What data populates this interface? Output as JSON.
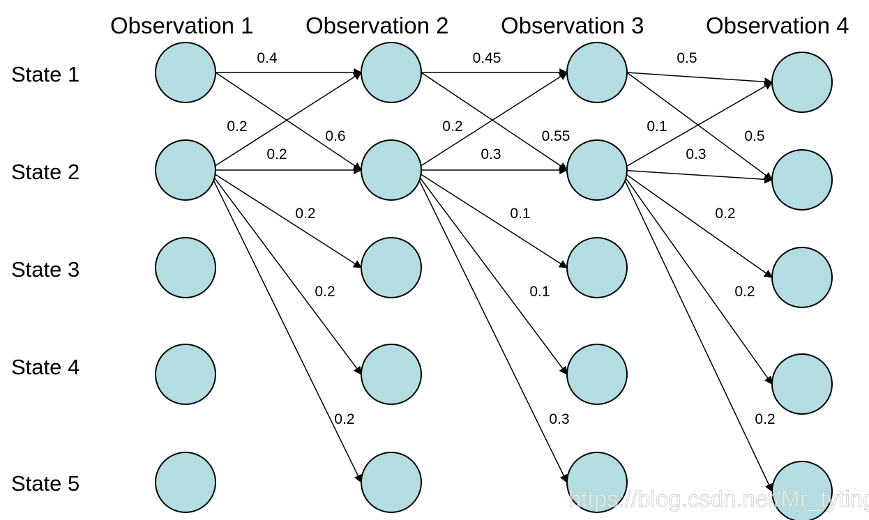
{
  "observations": [
    "Observation 1",
    "Observation 2",
    "Observation 3",
    "Observation 4"
  ],
  "states": [
    "State 1",
    "State 2",
    "State 3",
    "State 4",
    "State 5"
  ],
  "transitions": [
    {
      "from": [
        0,
        0
      ],
      "to": [
        1,
        0
      ],
      "p": "0.4"
    },
    {
      "from": [
        0,
        0
      ],
      "to": [
        1,
        1
      ],
      "p": "0.6"
    },
    {
      "from": [
        0,
        1
      ],
      "to": [
        1,
        0
      ],
      "p": "0.2"
    },
    {
      "from": [
        0,
        1
      ],
      "to": [
        1,
        1
      ],
      "p": "0.2"
    },
    {
      "from": [
        0,
        1
      ],
      "to": [
        1,
        2
      ],
      "p": "0.2"
    },
    {
      "from": [
        0,
        1
      ],
      "to": [
        1,
        3
      ],
      "p": "0.2"
    },
    {
      "from": [
        0,
        1
      ],
      "to": [
        1,
        4
      ],
      "p": "0.2"
    },
    {
      "from": [
        1,
        0
      ],
      "to": [
        2,
        0
      ],
      "p": "0.45"
    },
    {
      "from": [
        1,
        0
      ],
      "to": [
        2,
        1
      ],
      "p": "0.55"
    },
    {
      "from": [
        1,
        1
      ],
      "to": [
        2,
        0
      ],
      "p": "0.2"
    },
    {
      "from": [
        1,
        1
      ],
      "to": [
        2,
        1
      ],
      "p": "0.3"
    },
    {
      "from": [
        1,
        1
      ],
      "to": [
        2,
        2
      ],
      "p": "0.1"
    },
    {
      "from": [
        1,
        1
      ],
      "to": [
        2,
        3
      ],
      "p": "0.1"
    },
    {
      "from": [
        1,
        1
      ],
      "to": [
        2,
        4
      ],
      "p": "0.3"
    },
    {
      "from": [
        2,
        0
      ],
      "to": [
        3,
        0
      ],
      "p": "0.5"
    },
    {
      "from": [
        2,
        0
      ],
      "to": [
        3,
        1
      ],
      "p": "0.5"
    },
    {
      "from": [
        2,
        1
      ],
      "to": [
        3,
        0
      ],
      "p": "0.1"
    },
    {
      "from": [
        2,
        1
      ],
      "to": [
        3,
        1
      ],
      "p": "0.3"
    },
    {
      "from": [
        2,
        1
      ],
      "to": [
        3,
        2
      ],
      "p": "0.2"
    },
    {
      "from": [
        2,
        1
      ],
      "to": [
        3,
        3
      ],
      "p": "0.2"
    },
    {
      "from": [
        2,
        1
      ],
      "to": [
        3,
        4
      ],
      "p": "0.2"
    }
  ],
  "watermark": "https://blog.csdn.net/Mr_tyting",
  "colors": {
    "node_fill": "#b3dde0",
    "node_stroke": "#000000",
    "edge": "#000000"
  }
}
